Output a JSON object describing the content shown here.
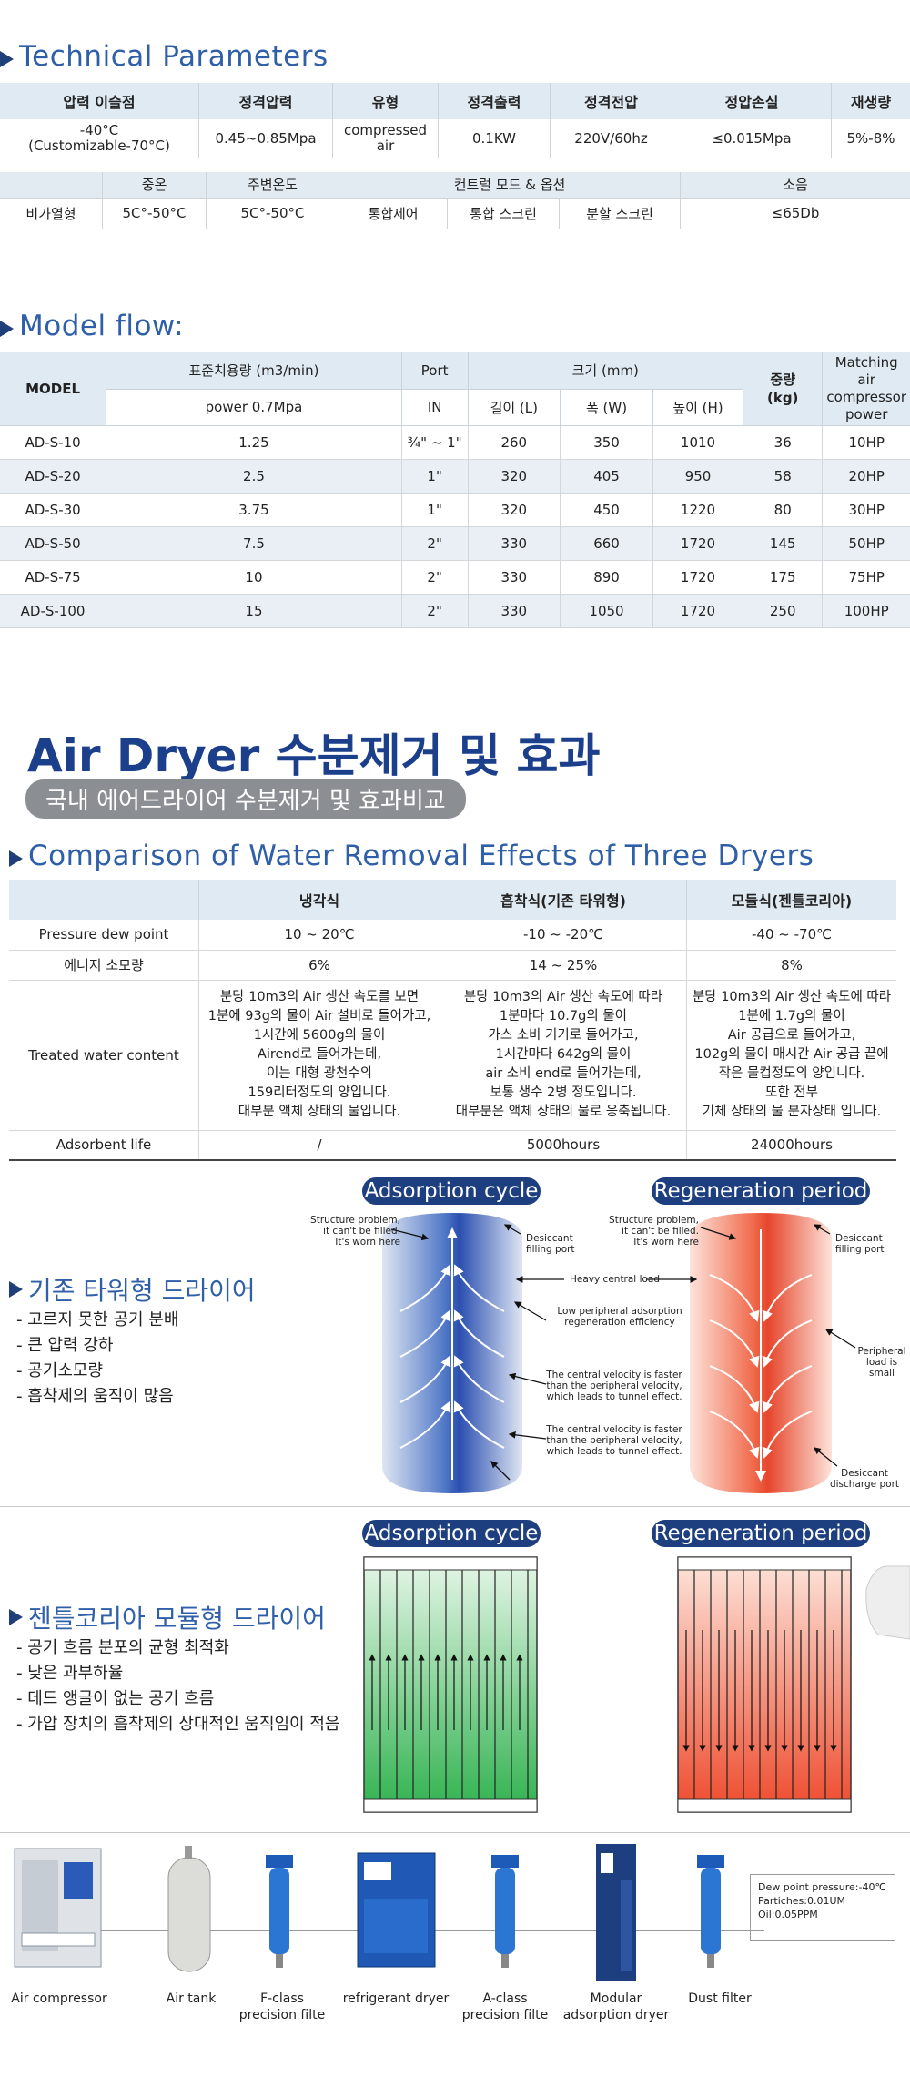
{
  "technical": {
    "title": "Technical Parameters",
    "headers": [
      "압력 이슬점",
      "정격압력",
      "유형",
      "정격출력",
      "정격전압",
      "정압손실",
      "재생량"
    ],
    "row1": [
      "-40°C\n(Customizable-70°C)",
      "0.45~0.85Mpa",
      "compressed\nair",
      "0.1KW",
      "220V/60hz",
      "≤0.015Mpa",
      "5%-8%"
    ],
    "row2_headers": [
      "",
      "중온",
      "주변온도",
      "컨트럴 모드 & 옵션",
      "소음"
    ],
    "row3": [
      "비가열형",
      "5C°-50°C",
      "5C°-50°C",
      "통합제어",
      "통합 스크린",
      "분할 스크린",
      "≤65Db"
    ]
  },
  "model_flow": {
    "title": "Model flow:",
    "h_model": "MODEL",
    "h_capacity": "표준치용량 (m3/min)",
    "h_power_sub": "power 0.7Mpa",
    "h_port": "Port",
    "h_port_sub": "IN",
    "h_size": "크기 (mm)",
    "h_len": "길이 (L)",
    "h_width": "폭 (W)",
    "h_height": "높이 (H)",
    "h_weight": "중량\n(kg)",
    "h_matching": "Matching air\ncompressor\npower",
    "rows": [
      [
        "AD-S-10",
        "1.25",
        "¾\" ~ 1\"",
        "260",
        "350",
        "1010",
        "36",
        "10HP"
      ],
      [
        "AD-S-20",
        "2.5",
        "1\"",
        "320",
        "405",
        "950",
        "58",
        "20HP"
      ],
      [
        "AD-S-30",
        "3.75",
        "1\"",
        "320",
        "450",
        "1220",
        "80",
        "30HP"
      ],
      [
        "AD-S-50",
        "7.5",
        "2\"",
        "330",
        "660",
        "1720",
        "145",
        "50HP"
      ],
      [
        "AD-S-75",
        "10",
        "2\"",
        "330",
        "890",
        "1720",
        "175",
        "75HP"
      ],
      [
        "AD-S-100",
        "15",
        "2\"",
        "330",
        "1050",
        "1720",
        "250",
        "100HP"
      ]
    ]
  },
  "air_dryer": {
    "title": "Air Dryer 수분제거 및 효과",
    "subtitle": "국내 에어드라이어 수분제거 및 효과비교"
  },
  "comparison": {
    "title": "Comparison of Water Removal Effects of Three Dryers",
    "headers": [
      "",
      "냉각식",
      "흡착식(기존 타워형)",
      "모듈식(젠틀코리아)"
    ],
    "rows": [
      [
        "Pressure dew point",
        "10 ~ 20℃",
        "-10 ~ -20℃",
        "-40 ~ -70℃"
      ],
      [
        "에너지 소모량",
        "6%",
        "14 ~ 25%",
        "8%"
      ],
      [
        "Treated water content",
        "분당 10m3의 Air 생산 속도를 보면\n1분에 93g의 물이 Air 설비로 들어가고,\n1시간에 5600g의 물이\nAirend로 들어가는데,\n이는 대형 광천수의\n159리터정도의 양입니다.\n대부분 액체 상태의 물입니다.",
        "분당 10m3의 Air 생산 속도에 따라\n1분마다 10.7g의 물이\n가스 소비 기기로 들어가고,\n1시간마다 642g의 물이\nair 소비 end로 들어가는데,\n보통 생수 2병 정도입니다.\n대부분은 액체 상태의 물로 응축됩니다.",
        "분당 10m3의 Air 생산 속도에 따라\n1분에 1.7g의 물이\nAir 공급으로 들어가고,\n102g의 물이 매시간 Air 공급 끝에\n작은 물컵정도의 양입니다.\n또한 전부\n기체 상태의 물 분자상태 입니다."
      ],
      [
        "Adsorbent life",
        "/",
        "5000hours",
        "24000hours"
      ]
    ]
  },
  "tower": {
    "heading": "기존 타워형 드라이어",
    "bullets": [
      "- 고르지 못한 공기 분배",
      "- 큰 압력 강하",
      "- 공기소모량",
      "- 흡착제의 움직이 많음"
    ],
    "adsorption_label": "Adsorption cycle",
    "regeneration_label": "Regeneration period",
    "ann_structure": "Structure problem,\nit can't be filled.\nIt's worn here",
    "ann_desiccant_fill": "Desiccant\nfilling port",
    "ann_heavy": "Heavy central load",
    "ann_low": "Low peripheral adsorption\nregeneration efficiency",
    "ann_central": "The central velocity is faster\nthan the peripheral velocity,\nwhich leads to tunnel effect.",
    "ann_peripheral": "Peripheral\nload is small",
    "ann_discharge": "Desiccant\ndischarge port"
  },
  "modular": {
    "heading": "젠틀코리아 모듈형 드라이어",
    "bullets": [
      "- 공기 흐름 분포의 균형 최적화",
      "- 낮은 과부하율",
      "- 데드 앵글이 없는 공기 흐름",
      "- 가압 장치의 흡착제의 상대적인 움직임이 적음"
    ],
    "adsorption_label": "Adsorption cycle",
    "regeneration_label": "Regeneration period"
  },
  "flow": {
    "items": [
      "Air compressor",
      "Air tank",
      "F-class\nprecision filte",
      "refrigerant dryer",
      "A-class\nprecision filte",
      "Modular\nadsorption dryer",
      "Dust filter"
    ],
    "spec": [
      "Dew point pressure:-40℃",
      "Partiches:0.01UM",
      "Oil:0.05PPM"
    ]
  },
  "colors": {
    "accent": "#2f5fa8",
    "navy": "#1d3f80",
    "header_bg": "#dfeaf3"
  }
}
